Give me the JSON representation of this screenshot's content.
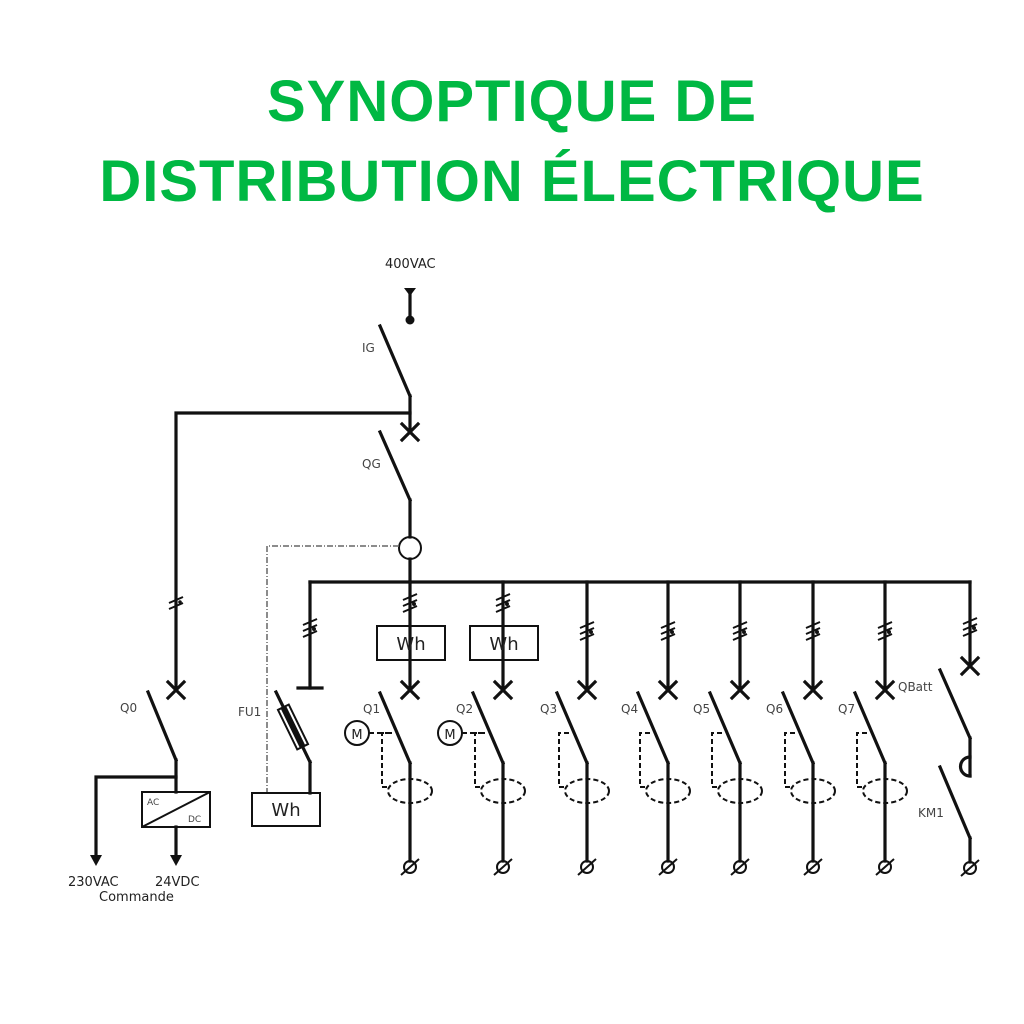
{
  "title": {
    "line1": "SYNOPTIQUE DE",
    "line2": "DISTRIBUTION ÉLECTRIQUE",
    "color": "#00b843"
  },
  "supply": {
    "label": "400VAC"
  },
  "main_switches": [
    {
      "id": "IG",
      "label": "IG",
      "type": "switch-disconnector"
    },
    {
      "id": "QG",
      "label": "QG",
      "type": "circuit-breaker"
    }
  ],
  "control_branch": {
    "breaker_label": "Q0",
    "converter": {
      "in": "AC",
      "out": "DC"
    },
    "outputs": [
      {
        "label": "230VAC"
      },
      {
        "label": "24VDC"
      }
    ],
    "caption": "Commande"
  },
  "fuse_branch": {
    "label": "FU1",
    "meter_label": "Wh"
  },
  "feeders": [
    {
      "label": "Q1",
      "meter": "Wh",
      "motor": "M"
    },
    {
      "label": "Q2",
      "meter": "Wh",
      "motor": "M"
    },
    {
      "label": "Q3"
    },
    {
      "label": "Q4"
    },
    {
      "label": "Q5"
    },
    {
      "label": "Q6"
    },
    {
      "label": "Q7"
    }
  ],
  "battery_branch": {
    "breaker_label": "QBatt",
    "contactor_label": "KM1"
  },
  "icons": {
    "terminal": "⌀",
    "motor": "M"
  }
}
